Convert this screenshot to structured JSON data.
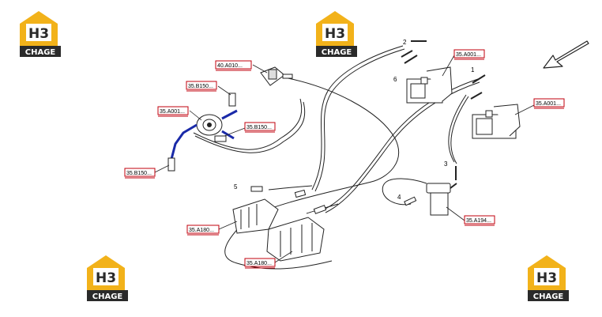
{
  "logos": [
    {
      "mark": "H3",
      "text": "CHAGE"
    },
    {
      "mark": "H3",
      "text": "CHAGE"
    },
    {
      "mark": "H3",
      "text": "CHAGE"
    },
    {
      "mark": "H3",
      "text": "CHAGE"
    }
  ],
  "callouts": {
    "a010": "40.A010...",
    "b150_top": "35.B150...",
    "a001_left": "35.A001...",
    "b150_mid": "35.B150...",
    "b150_bottom": "35.B150...",
    "a001_top": "35.A001...",
    "a001_right": "35.A001...",
    "a194": "35.A194...",
    "a180_left": "35.A180...",
    "a180_bottom": "35.A180..."
  },
  "item_numbers": {
    "n1": "1",
    "n2": "2",
    "n3": "3",
    "n4": "4",
    "n5": "5",
    "n6": "6"
  },
  "colors": {
    "callout_red": "#c0000c",
    "logo_yellow": "#f2b21a",
    "logo_dark": "#2a2a2a",
    "fitting_blue": "#1a2aa8"
  },
  "icons": {
    "direction_arrow": "arrow-down-left-icon"
  }
}
